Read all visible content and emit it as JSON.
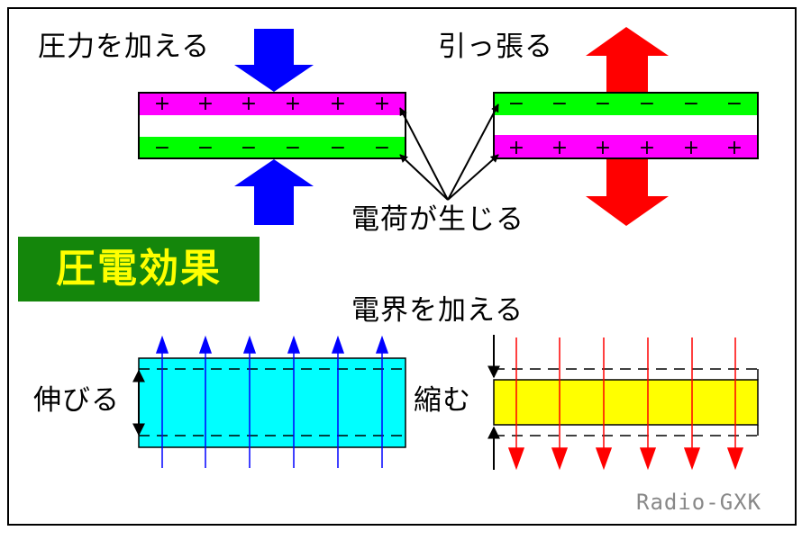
{
  "labels": {
    "compress": "圧力を加える",
    "pull": "引っ張る",
    "charge": "電荷が生じる",
    "title": "圧電効果",
    "apply_field": "電界を加える",
    "extend": "伸びる",
    "contract": "縮む"
  },
  "watermark": "Radio-GXK",
  "signs": {
    "plus": "+",
    "minus": "−"
  },
  "colors": {
    "magenta": "#ff00ff",
    "green": "#00ff00",
    "blue": "#0000ff",
    "red": "#ff0000",
    "cyan": "#00ffff",
    "yellow": "#ffff00",
    "title_bg": "#14860b",
    "title_text": "#ffff00",
    "watermark": "#888888"
  }
}
